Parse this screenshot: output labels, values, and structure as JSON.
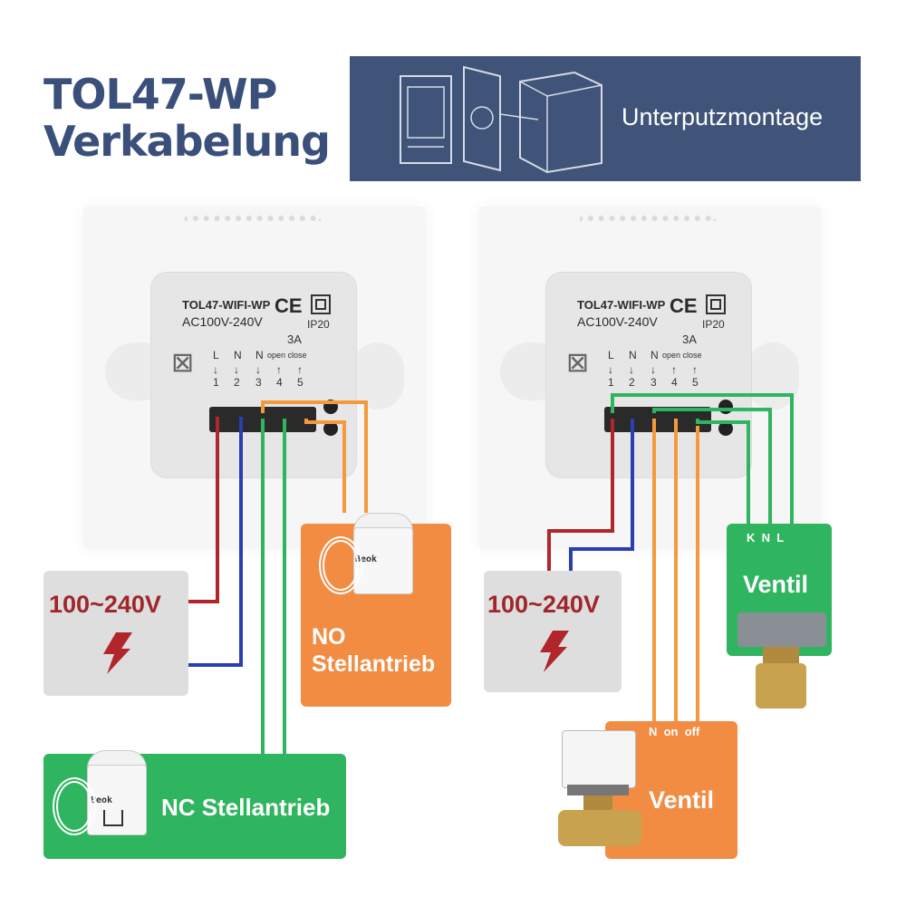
{
  "header": {
    "title_line1": "TOL47-WP",
    "title_line2": "Verkabelung",
    "banner_text": "Unterputzmontage"
  },
  "left_diagram": {
    "model": "TOL47-WIFI-WP",
    "rating": "AC100V-240V",
    "ip": "IP20",
    "current": "3A",
    "terminal_labels": [
      "L",
      "N",
      "N",
      "open close"
    ],
    "terminal_numbers": [
      "1",
      "2",
      "3",
      "4",
      "5"
    ],
    "power_label": "100~240V",
    "no_label_line1": "NO",
    "no_label_line2": "Stellantrieb",
    "nc_label": "NC Stellantrieb",
    "actuator_brand": "Beok"
  },
  "right_diagram": {
    "model": "TOL47-WIFI-WP",
    "rating": "AC100V-240V",
    "ip": "IP20",
    "current": "3A",
    "terminal_labels": [
      "L",
      "N",
      "N",
      "open close"
    ],
    "terminal_numbers": [
      "1",
      "2",
      "3",
      "4",
      "5"
    ],
    "power_label": "100~240V",
    "valve_green_label": "Ventil",
    "valve_green_terminals": "K  N  L",
    "valve_orange_label": "Ventil",
    "valve_orange_terminals": "N  on  off"
  },
  "colors": {
    "title": "#3a4f7a",
    "banner": "#3f5478",
    "live_wire": "#b0262b",
    "neutral_wire": "#2a3fb0",
    "green_wire": "#2fb55f",
    "orange_wire": "#f39a3d",
    "power_text": "#a0262b"
  }
}
